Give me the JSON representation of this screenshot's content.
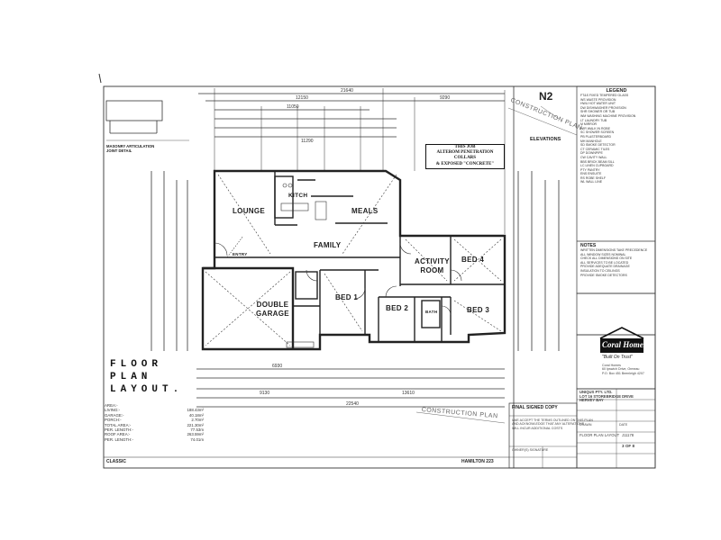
{
  "plan": {
    "model_code": "N2",
    "elevations_label": "ELEVATIONS",
    "construction_plan_stamp": "CONSTRUCTION PLAN",
    "title_lines": [
      "FLOOR",
      "PLAN",
      "LAYOUT."
    ],
    "style_label": "CLASSIC",
    "house_name": "HAMILTON 223",
    "notice_lines": [
      "THIS JOB",
      "ALTEROM PENETRATION COLLARS",
      "& EXPOSED \"CONCRETE\""
    ],
    "rooms": {
      "lounge": "LOUNGE",
      "kitch": "KITCH",
      "meals": "MEALS",
      "family": "FAMILY",
      "activity_1": "ACTIVITY",
      "activity_2": "ROOM",
      "bed4": "BED 4",
      "bed1": "BED 1",
      "bed2": "BED 2",
      "bed3": "BED 3",
      "double_1": "DOUBLE",
      "double_2": "GARAGE",
      "entry": "ENTRY",
      "bath": "BATH"
    },
    "dimensions": {
      "overall_top": "21640",
      "top_left_a": "12150",
      "top_right_a": "9290",
      "top_mid": "11050",
      "inner_a": "11290",
      "bottom_a": "9130",
      "bottom_b": "13610",
      "bottom_overall": "22540",
      "bottom_c": "6930"
    },
    "masonry_detail": [
      "MASONRY ARTICULATION",
      "JOINT DETAIL"
    ],
    "areas": [
      {
        "label": "AREA:-",
        "value": ""
      },
      {
        "label": "LIVING:-",
        "value": "188.43m²"
      },
      {
        "label": "GARAGE:-",
        "value": "40.18m²"
      },
      {
        "label": "PORCH:-",
        "value": "2.70m²"
      },
      {
        "label": "TOTAL AREA:-",
        "value": "221.30m²"
      },
      {
        "label": "PER. LENGTH:-",
        "value": "77.53m"
      },
      {
        "label": "ROOF AREA:-",
        "value": "263.59m²"
      },
      {
        "label": "PER. LENGTH:-",
        "value": "74.01m"
      }
    ]
  },
  "legend": {
    "title": "LEGEND",
    "items": [
      "FT&S  FIXED TEMPERED GLASS",
      "WS  WASTE PROVISION",
      "HWU  HOT WATER UNIT",
      "DW  DISHWASHER PROVISION",
      "SHR  SHOWER OR TUB",
      "WM  WASHING MACHINE PROVISION",
      "LT  LAUNDRY TUB",
      "M  MIRROR",
      "WIR  WALK IN ROBE",
      "SC  SHOWER SCREEN",
      "PB  PLASTERBOARD",
      "MH  MANHOLE",
      "SD  SMOKE DETECTOR",
      "CT  CERAMIC TILES",
      "DP  DOWNPIPE",
      "CW  CAVITY WALL",
      "BBS  BRICK BEAM SILL",
      "LC  LINEN CUPBOARD",
      "PTY  PANTRY",
      "ENS  ENSUITE",
      "RS  ROBE SHELF",
      "WL  WALL LINE"
    ],
    "notes_title": "NOTES",
    "notes": [
      "WRITTEN DIMENSIONS TAKE PRECEDENCE",
      "ALL WINDOW SIZES NOMINAL",
      "CHECK ALL DIMENSIONS ON SITE",
      "ALL SERVICES TO BE LOCATED",
      "PROVIDE ADEQUATE DRAINAGE",
      "INSULATION TO CEILINGS",
      "PROVIDE SMOKE DETECTORS"
    ]
  },
  "stamp": {
    "title": "FINAL SIGNED COPY",
    "lines": [
      "I/WE ACCEPT THE TERMS OUTLINED ON THIS PLAN",
      "AND ACKNOWLEDGE THAT ANY ALTERATIONS",
      "WILL INCUR ADDITIONAL COSTS"
    ],
    "signature_label": "OWNER(S) SIGNATURE"
  },
  "title_block": {
    "brand": "Coral Homes",
    "tagline": "\"Built On Trust\"",
    "company": "Coral Homes",
    "address": [
      "60 Ipswich Drive, Ormeau",
      "P.O. Box 451 Beenleigh 4207"
    ],
    "client_lines": [
      "UNIQUS PTY. LTD.",
      "LOT 16 STOREBRIDGE DRIVE",
      "HERVEY BAY"
    ],
    "sheet_label": "FLOOR PLAN LAYOUT",
    "sheet_no": "3 OF 8",
    "job_no": "J11178",
    "drawn_label": "DRAWN",
    "date_label": "DATE"
  }
}
